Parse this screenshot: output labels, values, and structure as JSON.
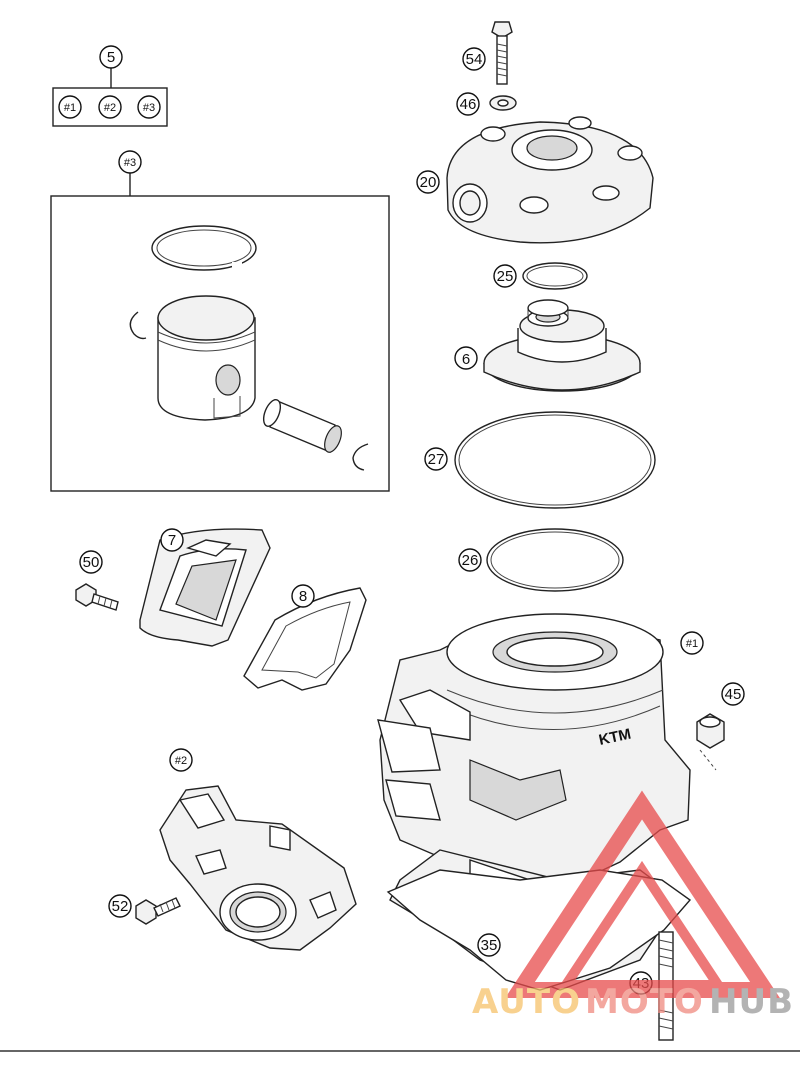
{
  "callouts": {
    "c5": "5",
    "c1a": "#1",
    "c2a": "#2",
    "c3a": "#3",
    "c3b": "#3",
    "c54": "54",
    "c46": "46",
    "c20": "20",
    "c25": "25",
    "c6": "6",
    "c27": "27",
    "c26": "26",
    "c7": "7",
    "c50": "50",
    "c8": "8",
    "c1b": "#1",
    "c45": "45",
    "c2b": "#2",
    "c52": "52",
    "c35": "35",
    "c43": "43"
  },
  "watermark": {
    "part1": "AUTO",
    "part2": "MOTO",
    "part3": "HUB",
    "color_auto": "#f6c26a",
    "color_moto": "#f08a80",
    "color_hub": "#9a9a9a",
    "triangle_color": "#e84b4b"
  }
}
